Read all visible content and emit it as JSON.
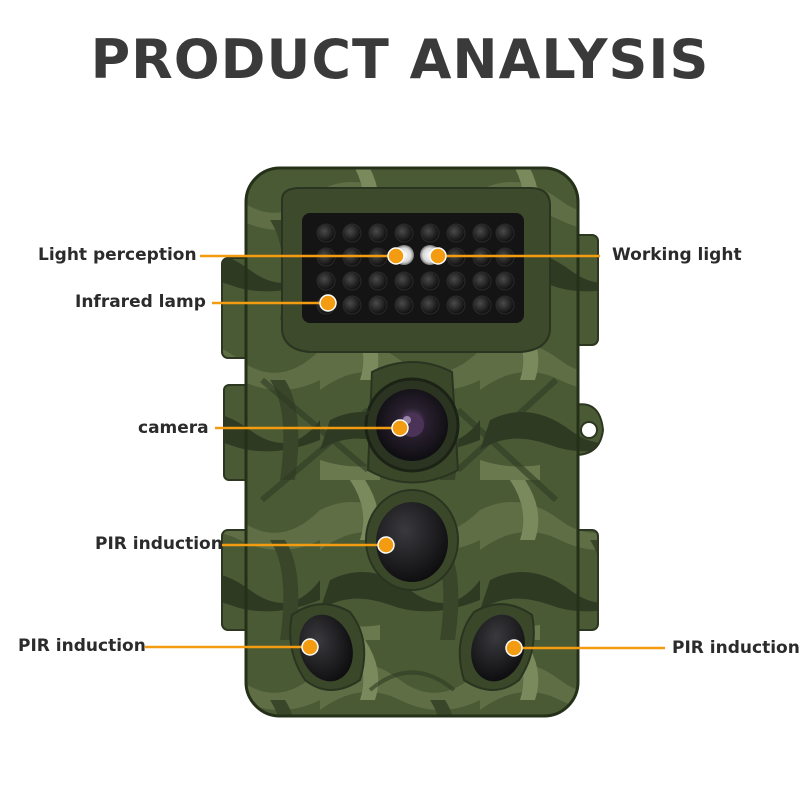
{
  "header": {
    "title": "PRODUCT ANALYSIS"
  },
  "colors": {
    "accent": "#f39c12",
    "camo_base": "#4a5a35",
    "camo_dark": "#2c3620",
    "camo_light": "#6e7d52",
    "title_text": "#3a3a3a"
  },
  "callouts": {
    "light_perception": "Light perception",
    "working_light": "Working light",
    "infrared_lamp": "Infrared lamp",
    "camera": "camera",
    "pir_center": "PIR induction",
    "pir_left": "PIR induction",
    "pir_right": "PIR induction"
  }
}
